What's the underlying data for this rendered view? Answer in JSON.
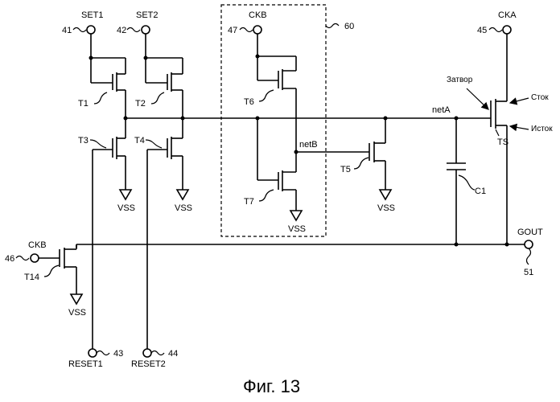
{
  "caption": "Фиг. 13",
  "nodes": {
    "set1": {
      "label": "SET1",
      "ref": "41"
    },
    "set2": {
      "label": "SET2",
      "ref": "42"
    },
    "ckb_top": {
      "label": "CKB",
      "ref": "47"
    },
    "cka": {
      "label": "CKA",
      "ref": "45"
    },
    "ckb_bottom": {
      "label": "CKB",
      "ref": "46"
    },
    "reset1": {
      "label": "RESET1",
      "ref": "43"
    },
    "reset2": {
      "label": "RESET2",
      "ref": "44"
    },
    "gout": {
      "label": "GOUT",
      "ref": "51"
    }
  },
  "block": {
    "ref": "60"
  },
  "transistors": {
    "t1": "T1",
    "t2": "T2",
    "t3": "T3",
    "t4": "T4",
    "t5": "T5",
    "t6": "T6",
    "t7": "T7",
    "t14": "T14",
    "ts": "TS"
  },
  "capacitor": "C1",
  "nets": {
    "neta": "netA",
    "netb": "netB"
  },
  "supply": {
    "vss": "VSS"
  },
  "ts_terminals": {
    "gate": "Затвор",
    "drain": "Сток",
    "source": "Исток"
  }
}
